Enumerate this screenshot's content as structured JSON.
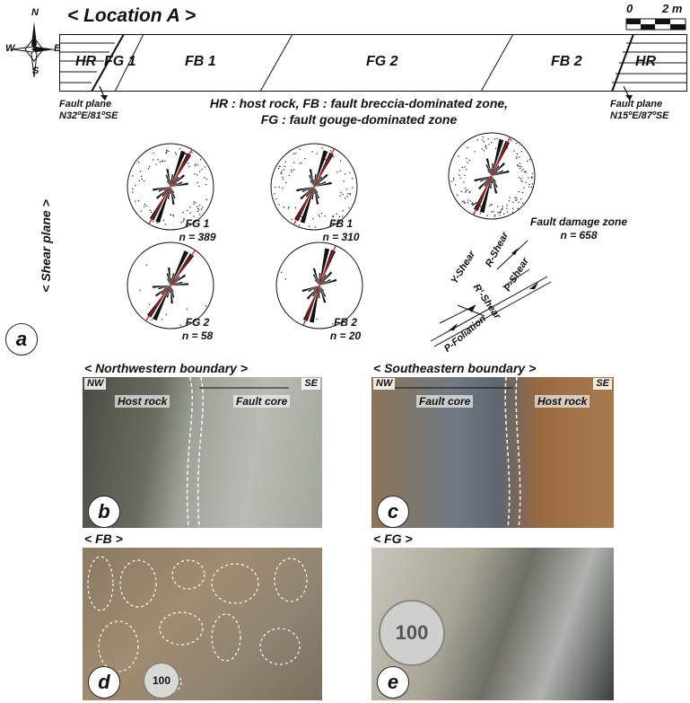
{
  "figure": {
    "title": "< Location A >",
    "compass": {
      "n": "N",
      "s": "S",
      "e": "E",
      "w": "W"
    },
    "scale": {
      "start": "0",
      "end": "2 m"
    },
    "strip": {
      "zones": [
        "HR",
        "FG 1",
        "FB 1",
        "FG 2",
        "FB 2",
        "HR"
      ],
      "fault_left": "Fault plane\nN32ºE/81ºSE",
      "fault_right": "Fault plane\nN15ºE/87ºSE"
    },
    "legend_line1": "HR : host rock, FB : fault breccia-dominated zone,",
    "legend_line2": "FG : fault gouge-dominated zone",
    "shear_title": "< Shear plane >",
    "roses": [
      {
        "name": "FG 1",
        "n": "n = 389"
      },
      {
        "name": "FB 1",
        "n": "n = 310"
      },
      {
        "name": "Fault damage zone",
        "n": "n = 658"
      },
      {
        "name": "FG 2",
        "n": "n = 58"
      },
      {
        "name": "FB 2",
        "n": "n = 20"
      }
    ],
    "shear_types": [
      "Y-Shear",
      "R-Shear",
      "P-Shear",
      "R'-Shear",
      "P-Foliation"
    ],
    "panel_a": "a",
    "panels": {
      "b": {
        "head": "< Northwestern boundary >",
        "left_dir": "NW",
        "right_dir": "SE",
        "left_label": "Host rock",
        "right_label": "Fault core",
        "letter": "b"
      },
      "c": {
        "head": "< Southeastern boundary >",
        "left_dir": "NW",
        "right_dir": "SE",
        "left_label": "Fault core",
        "right_label": "Host rock",
        "letter": "c"
      },
      "d": {
        "head": "< FB >",
        "letter": "d",
        "coin": "100"
      },
      "e": {
        "head": "< FG >",
        "letter": "e",
        "coin": "100"
      }
    }
  },
  "colors": {
    "rose_fill": "#111111",
    "mean_line": "#d11a1a",
    "photo_b": "#8a8f86",
    "photo_c": "#8d7a62",
    "photo_d": "#9c8a70",
    "photo_e": "#b4b0a4"
  }
}
